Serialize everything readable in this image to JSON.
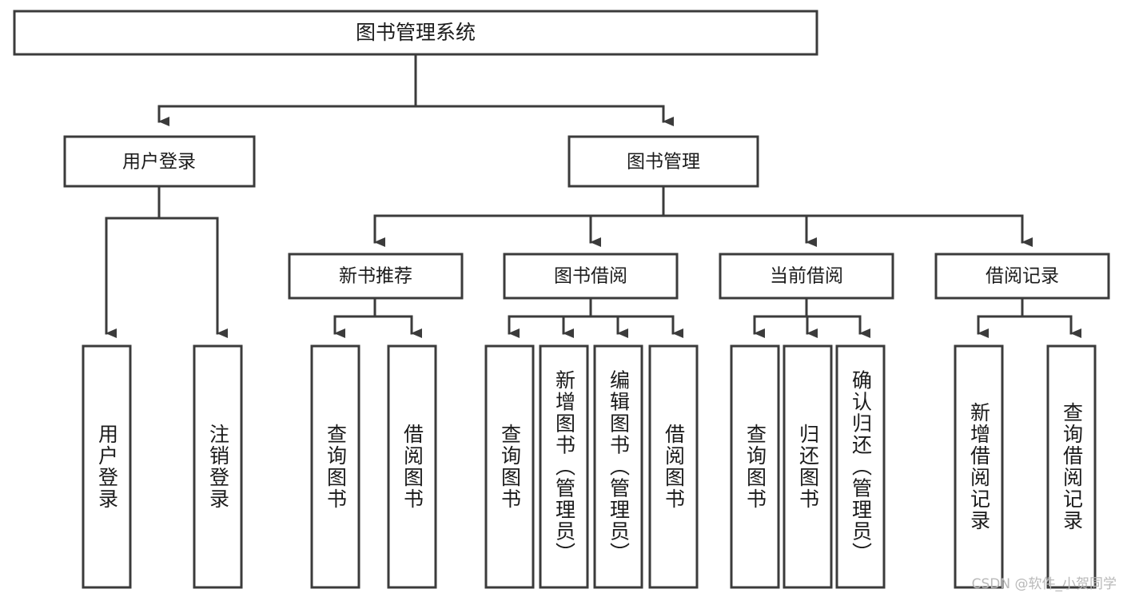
{
  "diagram": {
    "type": "tree-hierarchy-chart",
    "title": "图书管理系统",
    "colors": {
      "stroke": "#3b3b3b",
      "fill": "#ffffff",
      "text": "#1b1b1b",
      "watermark": "#b9b9b9"
    },
    "root": {
      "id": "root",
      "label": "图书管理系统"
    },
    "level1": [
      {
        "id": "user-login",
        "label": "用户登录"
      },
      {
        "id": "book-manage",
        "label": "图书管理"
      }
    ],
    "level2": [
      {
        "id": "new-book-recommend",
        "label": "新书推荐",
        "parent": "book-manage"
      },
      {
        "id": "book-borrow",
        "label": "图书借阅",
        "parent": "book-manage"
      },
      {
        "id": "current-borrow",
        "label": "当前借阅",
        "parent": "book-manage"
      },
      {
        "id": "borrow-record",
        "label": "借阅记录",
        "parent": "book-manage"
      }
    ],
    "leaves": [
      {
        "id": "leaf-user-login",
        "label": "用户登录",
        "parent": "user-login"
      },
      {
        "id": "leaf-logout",
        "label": "注销登录",
        "parent": "user-login"
      },
      {
        "id": "leaf-query-book-1",
        "label": "查询图书",
        "parent": "new-book-recommend"
      },
      {
        "id": "leaf-borrow-book-1",
        "label": "借阅图书",
        "parent": "new-book-recommend"
      },
      {
        "id": "leaf-query-book-2",
        "label": "查询图书",
        "parent": "book-borrow"
      },
      {
        "id": "leaf-add-book",
        "label": "新增图书（管理员）",
        "parent": "book-borrow"
      },
      {
        "id": "leaf-edit-book",
        "label": "编辑图书（管理员）",
        "parent": "book-borrow"
      },
      {
        "id": "leaf-borrow-book-2",
        "label": "借阅图书",
        "parent": "book-borrow"
      },
      {
        "id": "leaf-query-book-3",
        "label": "查询图书",
        "parent": "current-borrow"
      },
      {
        "id": "leaf-return-book",
        "label": "归还图书",
        "parent": "current-borrow"
      },
      {
        "id": "leaf-confirm-return",
        "label": "确认归还（管理员）",
        "parent": "current-borrow"
      },
      {
        "id": "leaf-add-record",
        "label": "新增借阅记录",
        "parent": "borrow-record"
      },
      {
        "id": "leaf-query-record",
        "label": "查询借阅记录",
        "parent": "borrow-record"
      }
    ]
  },
  "watermark": {
    "text": "CSDN @软件_小贺同学"
  }
}
